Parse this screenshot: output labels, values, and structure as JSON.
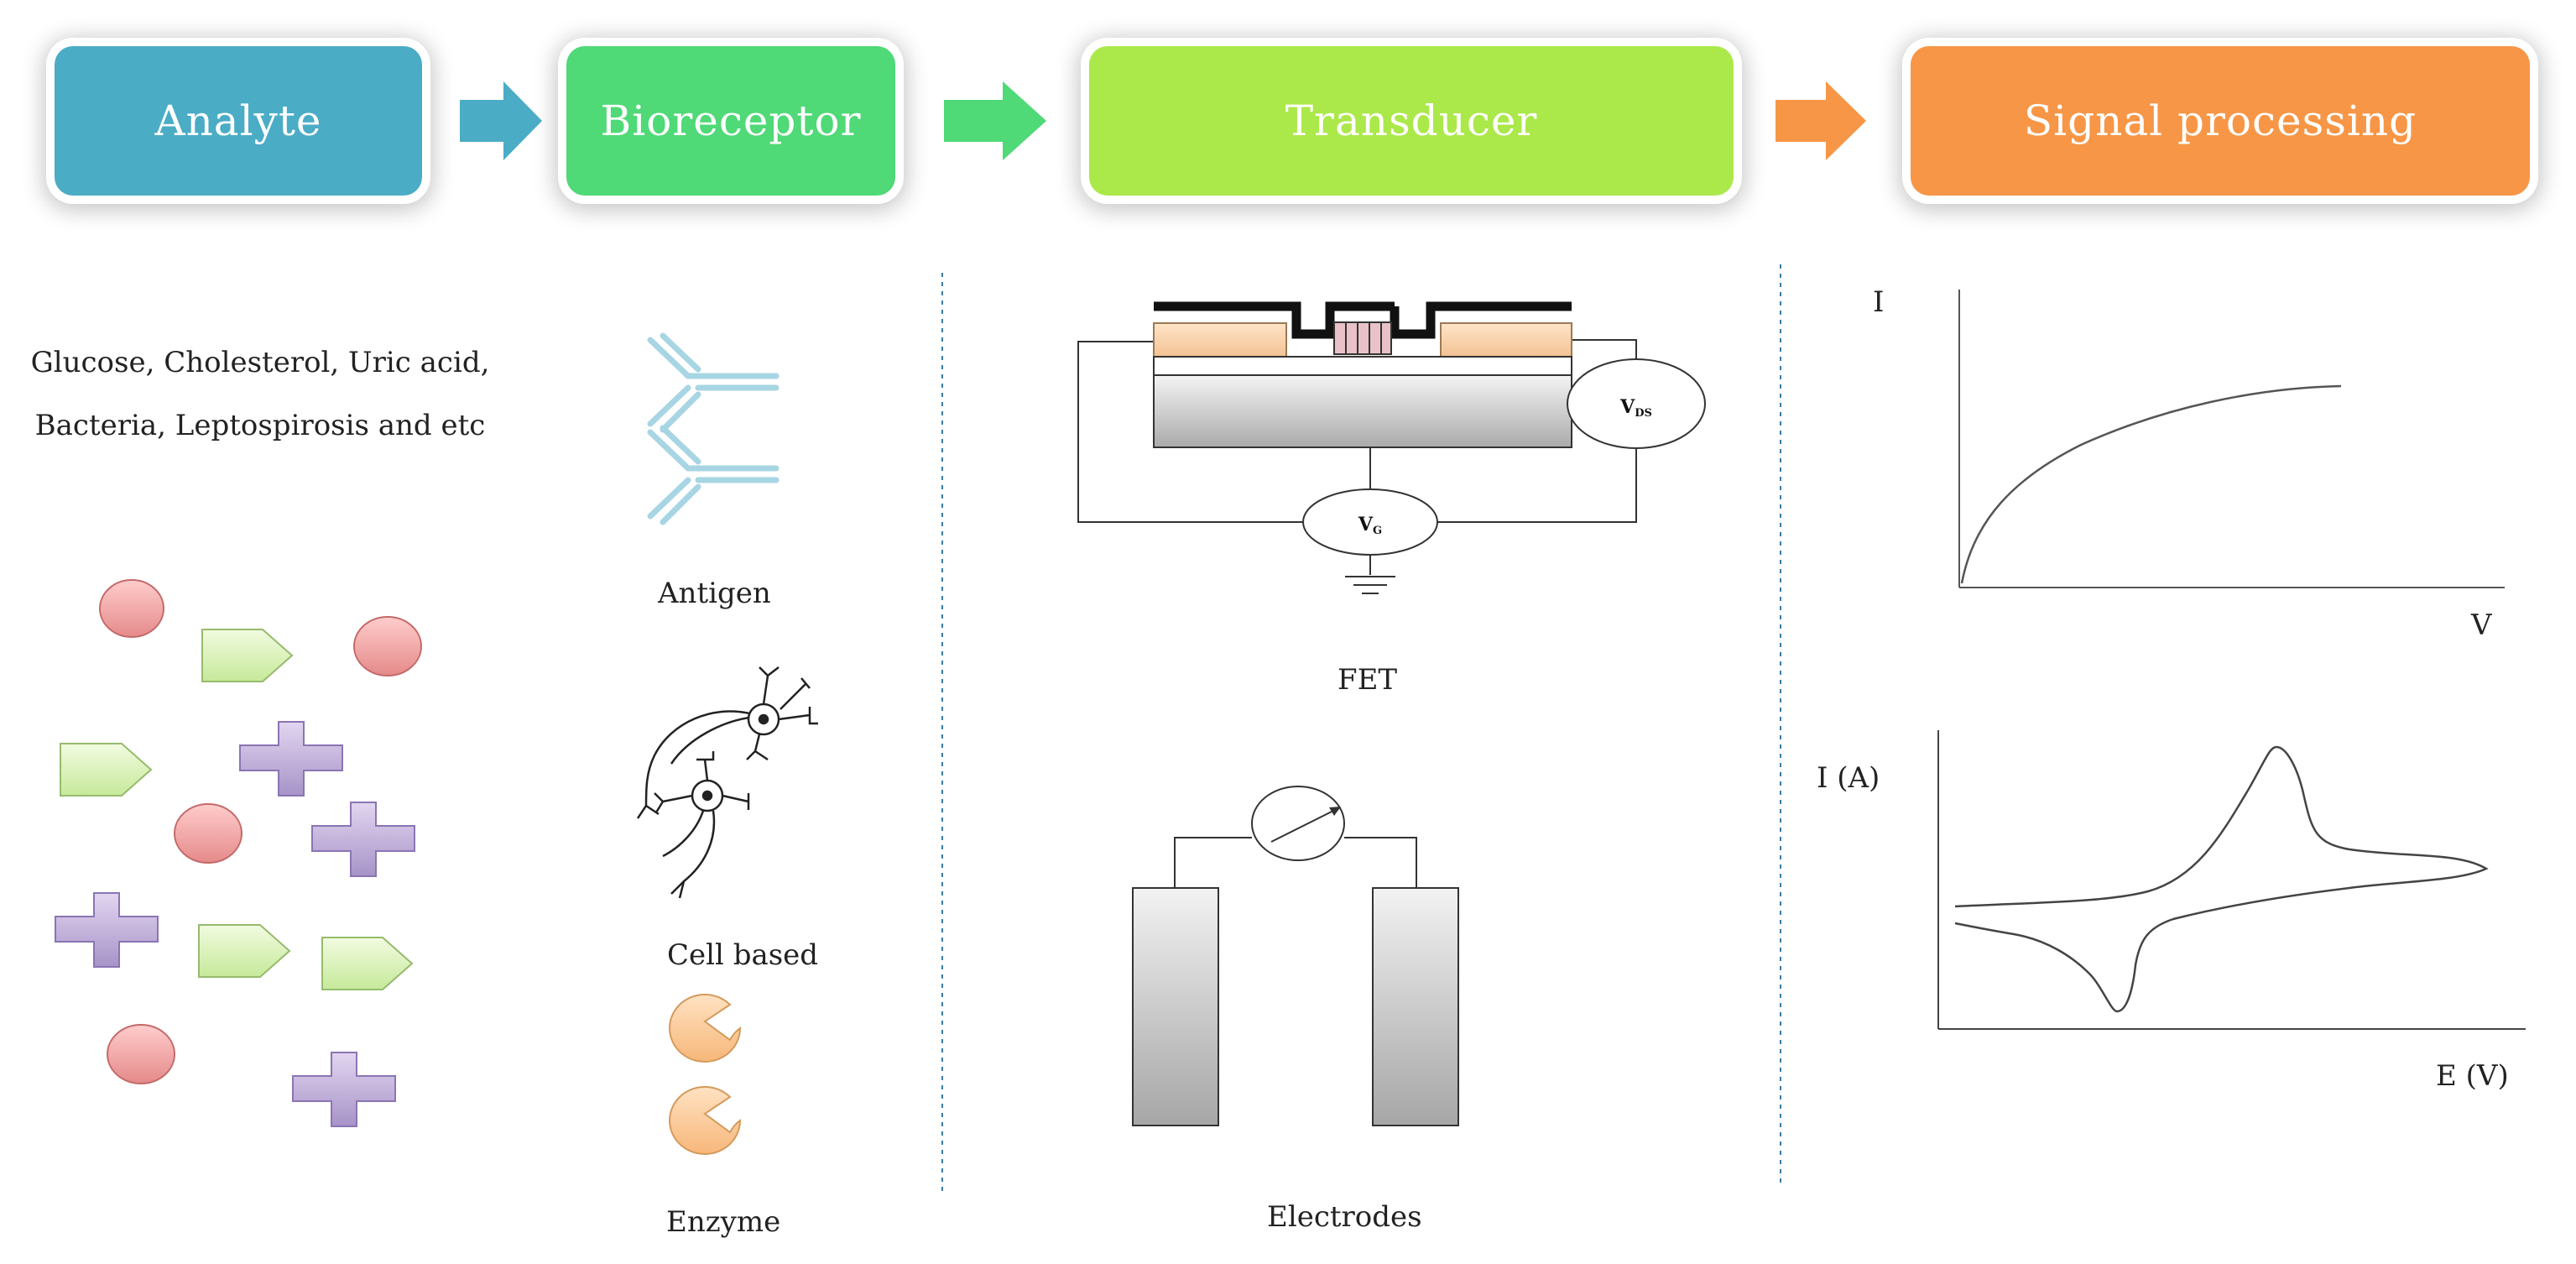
{
  "stages": [
    {
      "label": "Analyte",
      "color": "#4bacc6"
    },
    {
      "label": "Bioreceptor",
      "color": "#4fd977"
    },
    {
      "label": "Transducer",
      "color": "#abe84a"
    },
    {
      "label": "Signal processing",
      "color": "#f79646"
    }
  ],
  "arrow_colors": [
    "#4bacc6",
    "#4fd977",
    "#f79646"
  ],
  "analyte": {
    "description": "Glucose, Cholesterol, Uric acid, Bacteria, Leptospirosis and etc",
    "icons": [
      "circle-icon",
      "pentagon-arrow-icon",
      "plus-icon"
    ]
  },
  "bioreceptor": {
    "antigen_label": "Antigen",
    "cell_label": "Cell based",
    "enzyme_label": "Enzyme"
  },
  "transducer": {
    "fet_label": "FET",
    "electrodes_label": "Electrodes",
    "vds_label": "VDS",
    "vg_label": "VG"
  },
  "signal": {
    "graph1": {
      "ylabel": "I",
      "xlabel": "V"
    },
    "graph2": {
      "ylabel": "I (A)",
      "xlabel": "E (V)"
    }
  }
}
